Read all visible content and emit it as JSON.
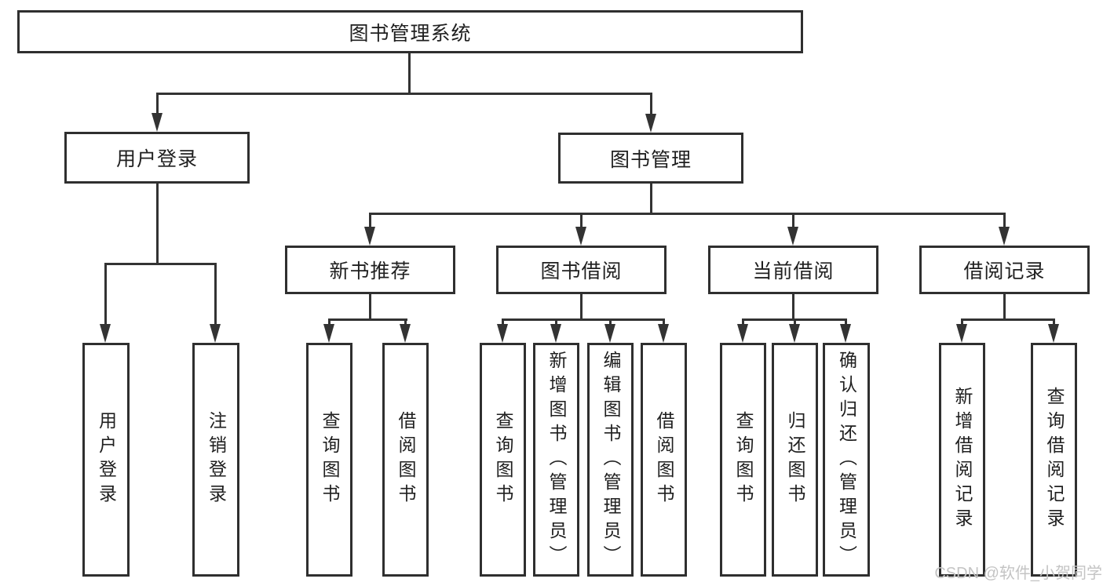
{
  "diagram": {
    "root": {
      "label": "图书管理系统"
    },
    "level2": [
      {
        "label": "用户登录",
        "children": [
          {
            "label": "用户登录"
          },
          {
            "label": "注销登录"
          }
        ]
      },
      {
        "label": "图书管理",
        "children": [
          {
            "label": "新书推荐",
            "children": [
              {
                "label": "查询图书"
              },
              {
                "label": "借阅图书"
              }
            ]
          },
          {
            "label": "图书借阅",
            "children": [
              {
                "label": "查询图书"
              },
              {
                "label": "新增图书（管理员）"
              },
              {
                "label": "编辑图书（管理员）"
              },
              {
                "label": "借阅图书"
              }
            ]
          },
          {
            "label": "当前借阅",
            "children": [
              {
                "label": "查询图书"
              },
              {
                "label": "归还图书"
              },
              {
                "label": "确认归还（管理员）"
              }
            ]
          },
          {
            "label": "借阅记录",
            "children": [
              {
                "label": "新增借阅记录"
              },
              {
                "label": "查询借阅记录"
              }
            ]
          }
        ]
      }
    ],
    "colors": {
      "line": "#333333",
      "box_border": "#2f2f2f",
      "box_fill": "#ffffff",
      "text": "#1f1f1f",
      "watermark": "#c4c4c4"
    }
  },
  "watermark": {
    "text": "CSDN @软件_小贺同学"
  }
}
